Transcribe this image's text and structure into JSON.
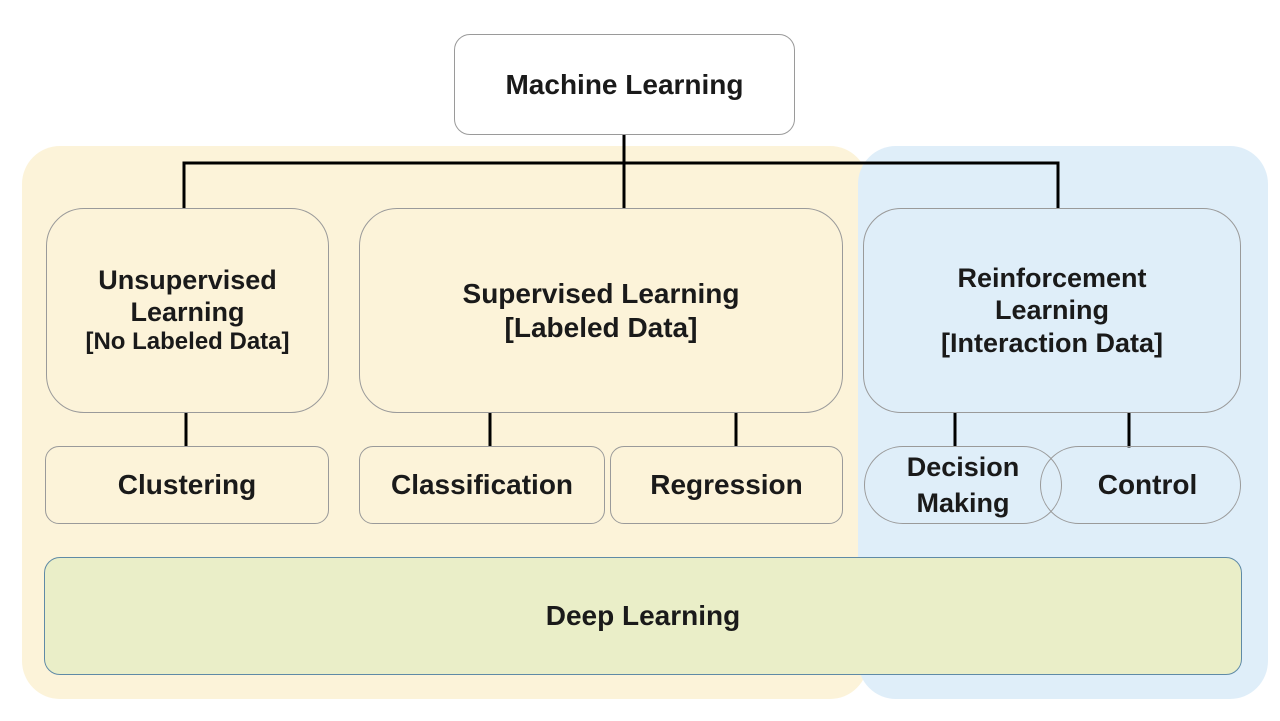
{
  "diagram": {
    "root": {
      "label": "Machine Learning"
    },
    "unsupervised": {
      "line1": "Unsupervised",
      "line2": "Learning",
      "line3": "[No Labeled Data]"
    },
    "supervised": {
      "line1": "Supervised Learning",
      "line2": "[Labeled Data]"
    },
    "reinforcement": {
      "line1": "Reinforcement",
      "line2": "Learning",
      "line3": "[Interaction Data]"
    },
    "leaves": {
      "clustering": "Clustering",
      "classification": "Classification",
      "regression": "Regression",
      "decision_line1": "Decision",
      "decision_line2": "Making",
      "control": "Control"
    },
    "deep_learning": {
      "label": "Deep Learning"
    }
  },
  "colors": {
    "region_yellow": "#fcf3d9",
    "region_blue": "#dfeef9",
    "deep_learning_fill": "#eaeec8",
    "box_border": "#9a9a9a",
    "connector": "#000000"
  }
}
